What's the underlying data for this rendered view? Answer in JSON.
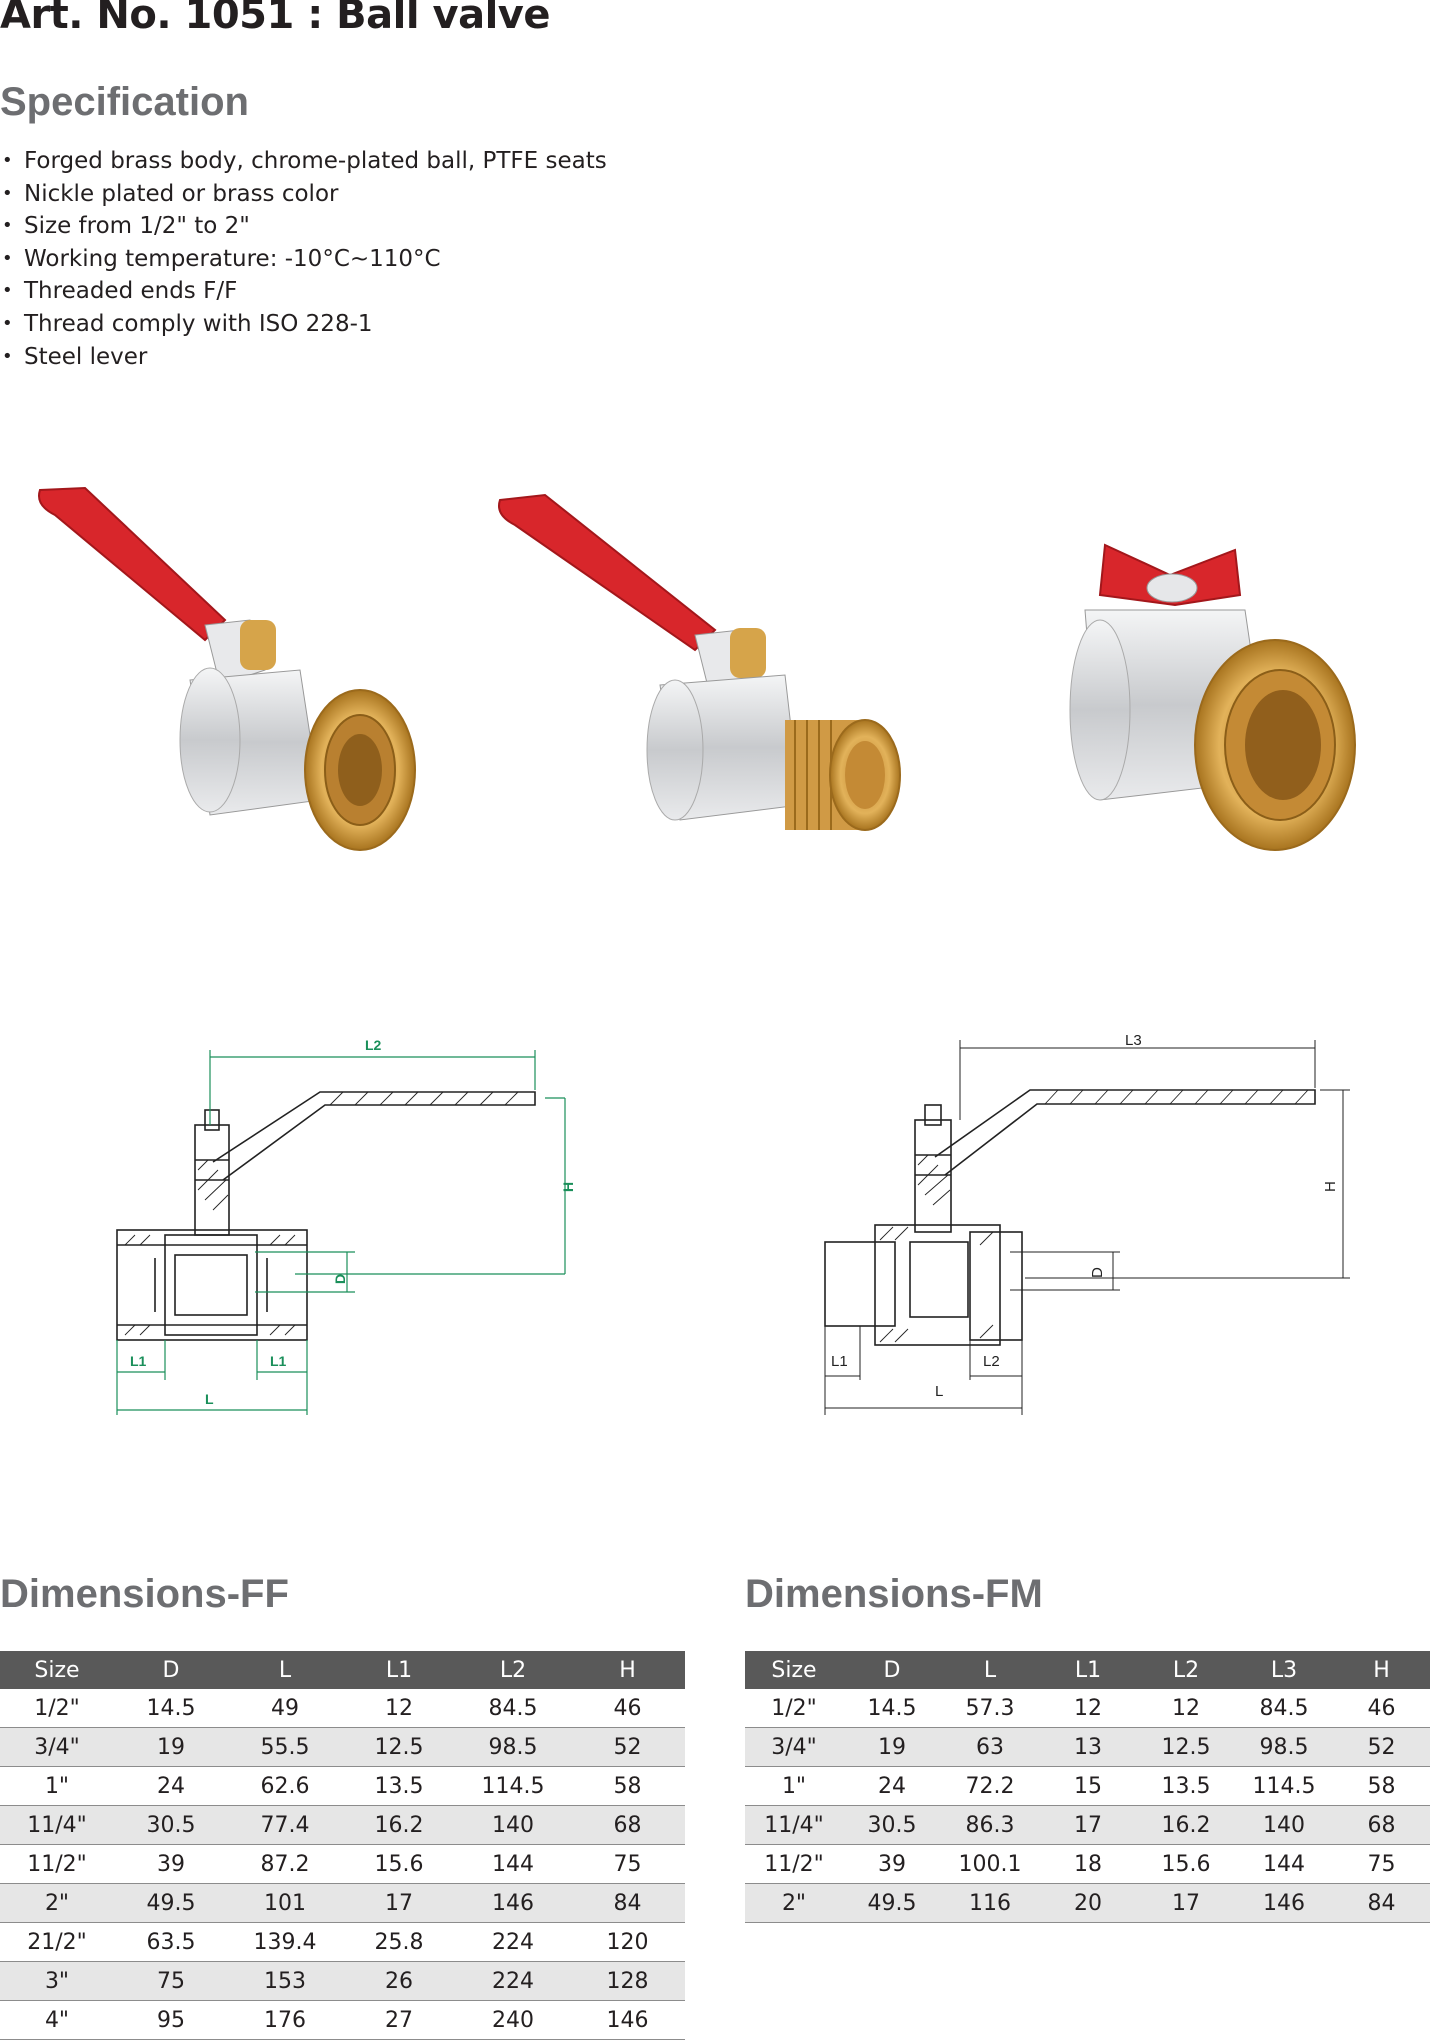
{
  "title": "Art. No. 1051 : Ball valve",
  "specification": {
    "heading": "Specification",
    "items": [
      "Forged brass body, chrome-plated ball, PTFE seats",
      "Nickle plated or brass color",
      "Size from 1/2\" to 2\"",
      "Working temperature: -10°C~110°C",
      "Threaded ends F/F",
      "Thread comply with ISO 228-1",
      "Steel lever"
    ]
  },
  "colors": {
    "lever_red": "#d8262b",
    "brass": "#c9953f",
    "chrome": "#d9dbdd",
    "table_header": "#595959",
    "drawing_green": "#1a8f5a",
    "heading_gray": "#6d6e71"
  },
  "drawing_ff": {
    "labels": {
      "l2": "L2",
      "h": "H",
      "d": "D",
      "l1_left": "L1",
      "l1_right": "L1",
      "l": "L"
    }
  },
  "drawing_fm": {
    "labels": {
      "l3": "L3",
      "h": "H",
      "d": "D",
      "l1": "L1",
      "l2": "L2",
      "l": "L"
    }
  },
  "dimensions_ff": {
    "heading": "Dimensions-FF",
    "columns": [
      "Size",
      "D",
      "L",
      "L1",
      "L2",
      "H"
    ],
    "rows": [
      [
        "1/2\"",
        "14.5",
        "49",
        "12",
        "84.5",
        "46"
      ],
      [
        "3/4\"",
        "19",
        "55.5",
        "12.5",
        "98.5",
        "52"
      ],
      [
        "1\"",
        "24",
        "62.6",
        "13.5",
        "114.5",
        "58"
      ],
      [
        "11/4\"",
        "30.5",
        "77.4",
        "16.2",
        "140",
        "68"
      ],
      [
        "11/2\"",
        "39",
        "87.2",
        "15.6",
        "144",
        "75"
      ],
      [
        "2\"",
        "49.5",
        "101",
        "17",
        "146",
        "84"
      ],
      [
        "21/2\"",
        "63.5",
        "139.4",
        "25.8",
        "224",
        "120"
      ],
      [
        "3\"",
        "75",
        "153",
        "26",
        "224",
        "128"
      ],
      [
        "4\"",
        "95",
        "176",
        "27",
        "240",
        "146"
      ]
    ]
  },
  "dimensions_fm": {
    "heading": "Dimensions-FM",
    "columns": [
      "Size",
      "D",
      "L",
      "L1",
      "L2",
      "L3",
      "H"
    ],
    "rows": [
      [
        "1/2\"",
        "14.5",
        "57.3",
        "12",
        "12",
        "84.5",
        "46"
      ],
      [
        "3/4\"",
        "19",
        "63",
        "13",
        "12.5",
        "98.5",
        "52"
      ],
      [
        "1\"",
        "24",
        "72.2",
        "15",
        "13.5",
        "114.5",
        "58"
      ],
      [
        "11/4\"",
        "30.5",
        "86.3",
        "17",
        "16.2",
        "140",
        "68"
      ],
      [
        "11/2\"",
        "39",
        "100.1",
        "18",
        "15.6",
        "144",
        "75"
      ],
      [
        "2\"",
        "49.5",
        "116",
        "20",
        "17",
        "146",
        "84"
      ]
    ]
  }
}
